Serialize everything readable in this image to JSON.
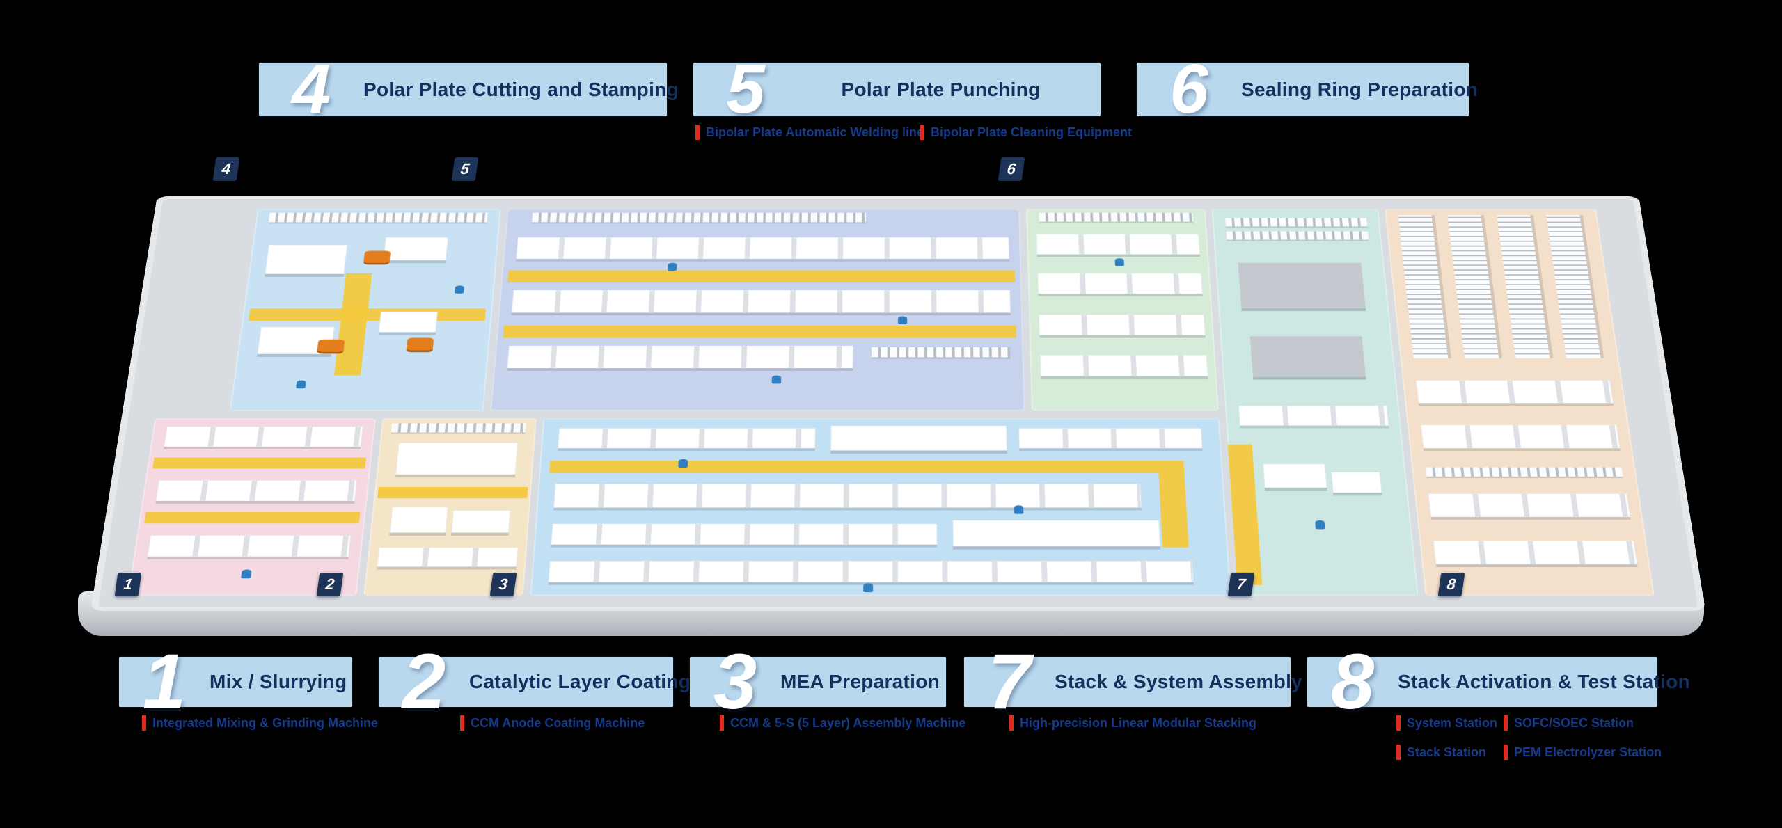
{
  "colors": {
    "background": "#000000",
    "banner_bg": "#b9d8ee",
    "banner_text": "#13305f",
    "banner_number": "#ffffff",
    "sublabel_text": "#163a8c",
    "sublabel_tick": "#e02b20",
    "badge_bg": "#1d3357",
    "badge_text": "#ffffff",
    "floor_base": "#d9dde1",
    "zone_1": "#f4d9e3",
    "zone_2": "#f4e4c8",
    "zone_3": "#c2e0f4",
    "zone_4": "#c8e2f4",
    "zone_5": "#c7d3ec",
    "zone_6": "#d6ecd8",
    "zone_7": "#cde8e3",
    "zone_8": "#f4e0ca",
    "path_yellow": "#f3c83e",
    "robot_orange": "#e57f1e",
    "worker_blue": "#2f7fc1"
  },
  "top_banners": [
    {
      "num": "4",
      "label": "Polar Plate Cutting and Stamping"
    },
    {
      "num": "5",
      "label": "Polar Plate Punching"
    },
    {
      "num": "6",
      "label": "Sealing Ring Preparation"
    }
  ],
  "top_sublabels": [
    {
      "label": "Bipolar Plate Automatic Welding line"
    },
    {
      "label": "Bipolar Plate Cleaning Equipment"
    }
  ],
  "bottom_banners": [
    {
      "num": "1",
      "label": "Mix / Slurrying"
    },
    {
      "num": "2",
      "label": "Catalytic Layer Coating"
    },
    {
      "num": "3",
      "label": "MEA Preparation"
    },
    {
      "num": "7",
      "label": "Stack & System Assembly"
    },
    {
      "num": "8",
      "label": "Stack Activation & Test Station"
    }
  ],
  "bottom_sublabels": [
    {
      "label": "Integrated Mixing & Grinding Machine"
    },
    {
      "label": "CCM Anode Coating Machine"
    },
    {
      "label": "CCM & 5-S (5 Layer) Assembly Machine"
    },
    {
      "label": "High-precision Linear Modular Stacking"
    }
  ],
  "station_sublabels": [
    {
      "label": "System Station"
    },
    {
      "label": "SOFC/SOEC Station"
    },
    {
      "label": "Stack Station"
    },
    {
      "label": "PEM Electrolyzer Station"
    }
  ],
  "floor_badges": [
    "1",
    "2",
    "3",
    "4",
    "5",
    "6",
    "7",
    "8"
  ]
}
